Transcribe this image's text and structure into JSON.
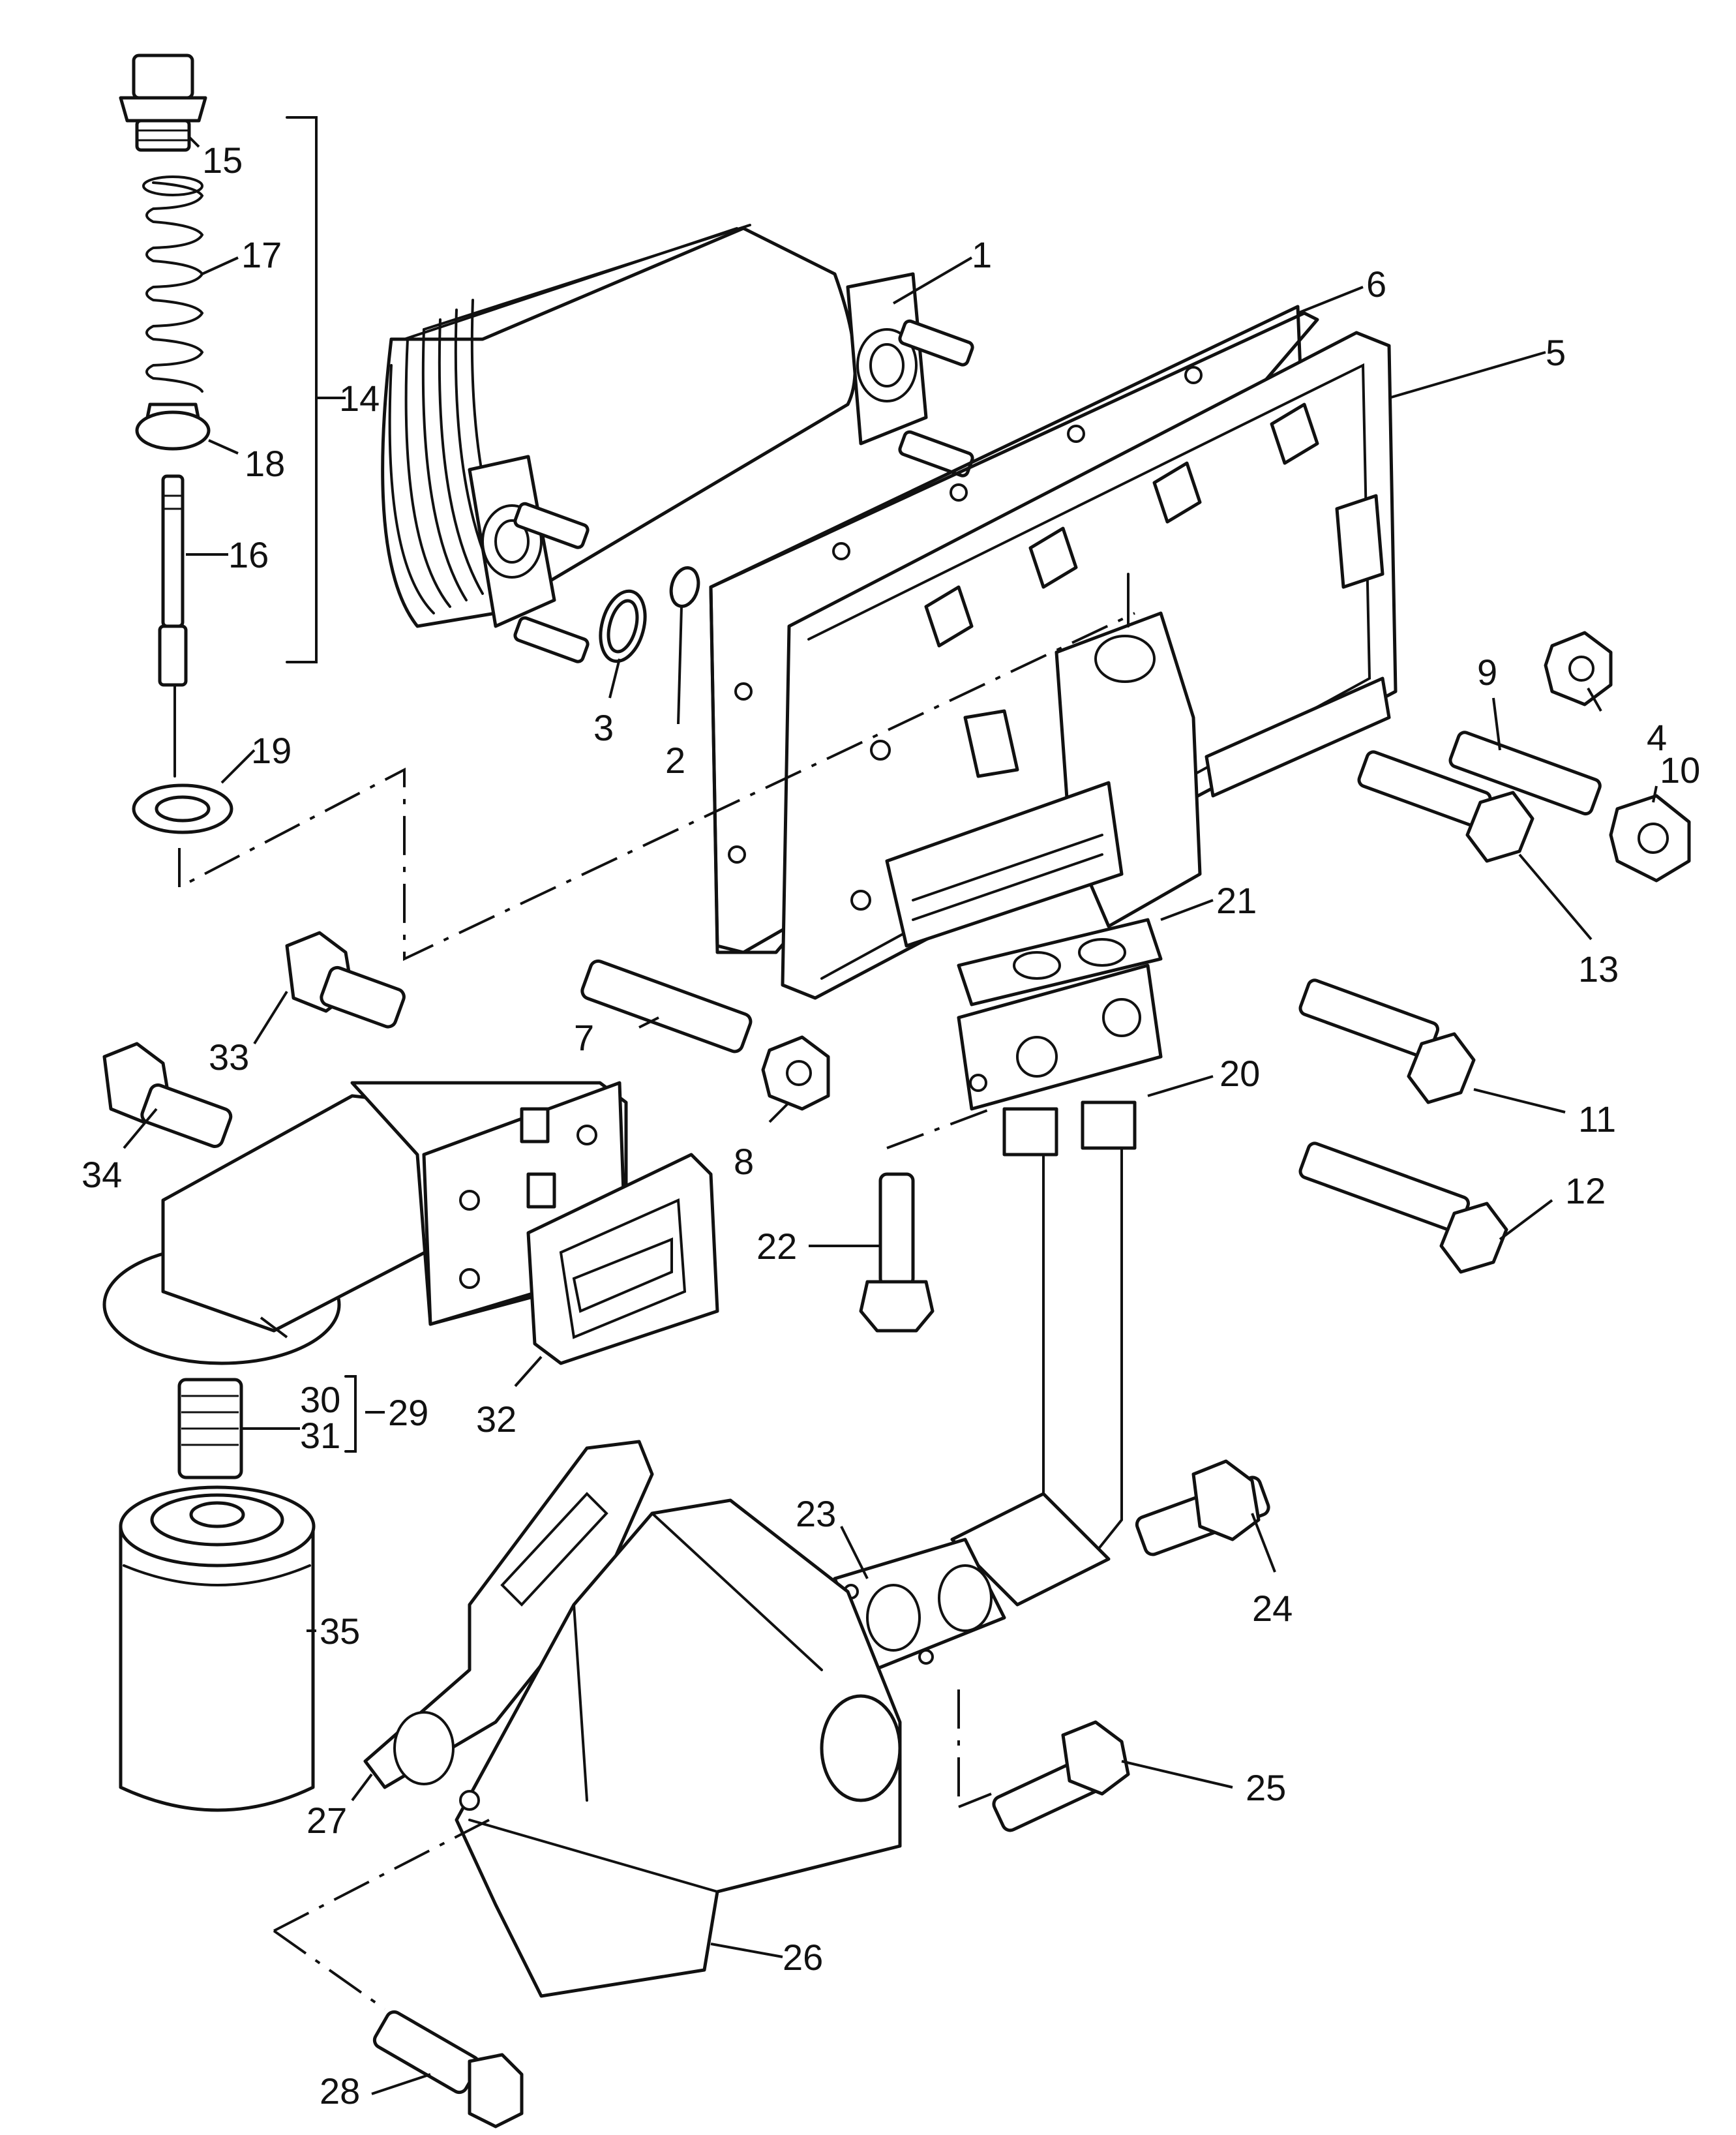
{
  "callouts": [
    {
      "id": "c1",
      "text": "1"
    },
    {
      "id": "c2",
      "text": "2"
    },
    {
      "id": "c3",
      "text": "3"
    },
    {
      "id": "c4",
      "text": "4"
    },
    {
      "id": "c5",
      "text": "5"
    },
    {
      "id": "c6",
      "text": "6"
    },
    {
      "id": "c7",
      "text": "7"
    },
    {
      "id": "c8",
      "text": "8"
    },
    {
      "id": "c9",
      "text": "9"
    },
    {
      "id": "c10",
      "text": "10"
    },
    {
      "id": "c11",
      "text": "11"
    },
    {
      "id": "c12",
      "text": "12"
    },
    {
      "id": "c13",
      "text": "13"
    },
    {
      "id": "c14",
      "text": "14"
    },
    {
      "id": "c15",
      "text": "15"
    },
    {
      "id": "c16",
      "text": "16"
    },
    {
      "id": "c17",
      "text": "17"
    },
    {
      "id": "c18",
      "text": "18"
    },
    {
      "id": "c19",
      "text": "19"
    },
    {
      "id": "c20",
      "text": "20"
    },
    {
      "id": "c21",
      "text": "21"
    },
    {
      "id": "c22",
      "text": "22"
    },
    {
      "id": "c23",
      "text": "23"
    },
    {
      "id": "c24",
      "text": "24"
    },
    {
      "id": "c25",
      "text": "25"
    },
    {
      "id": "c26",
      "text": "26"
    },
    {
      "id": "c27",
      "text": "27"
    },
    {
      "id": "c28",
      "text": "28"
    },
    {
      "id": "c29",
      "text": "29"
    },
    {
      "id": "c30",
      "text": "30"
    },
    {
      "id": "c31",
      "text": "31"
    },
    {
      "id": "c32",
      "text": "32"
    },
    {
      "id": "c33",
      "text": "33"
    },
    {
      "id": "c34",
      "text": "34"
    },
    {
      "id": "c35",
      "text": "35"
    }
  ]
}
